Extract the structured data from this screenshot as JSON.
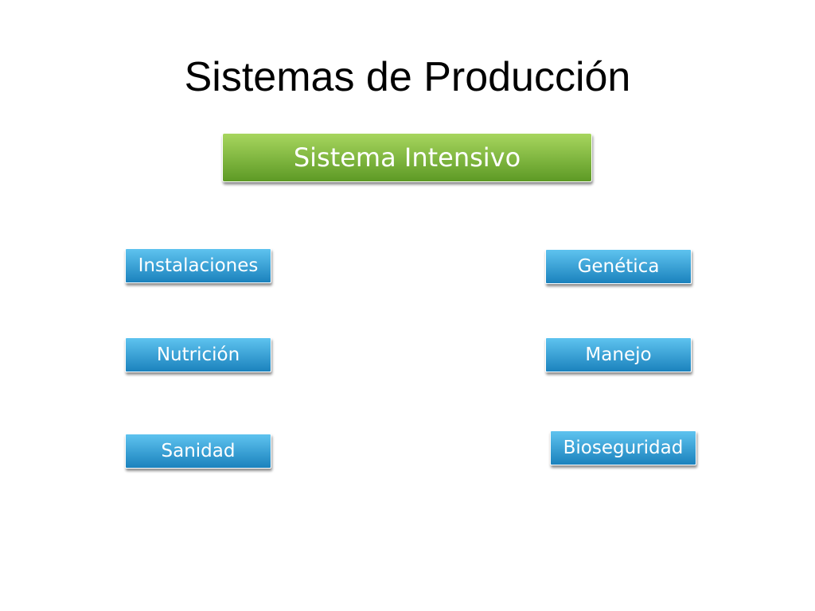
{
  "title": "Sistemas de Producción",
  "main_node": {
    "label": "Sistema Intensivo",
    "color_top": "#a7d65e",
    "color_bottom": "#5d9a25"
  },
  "sub_nodes": [
    {
      "label": "Instalaciones"
    },
    {
      "label": "Nutrición"
    },
    {
      "label": "Sanidad"
    },
    {
      "label": "Genética"
    },
    {
      "label": "Manejo"
    },
    {
      "label": "Bioseguridad"
    }
  ],
  "colors": {
    "sub_top": "#5ec3ef",
    "sub_bottom": "#1b82bd"
  }
}
